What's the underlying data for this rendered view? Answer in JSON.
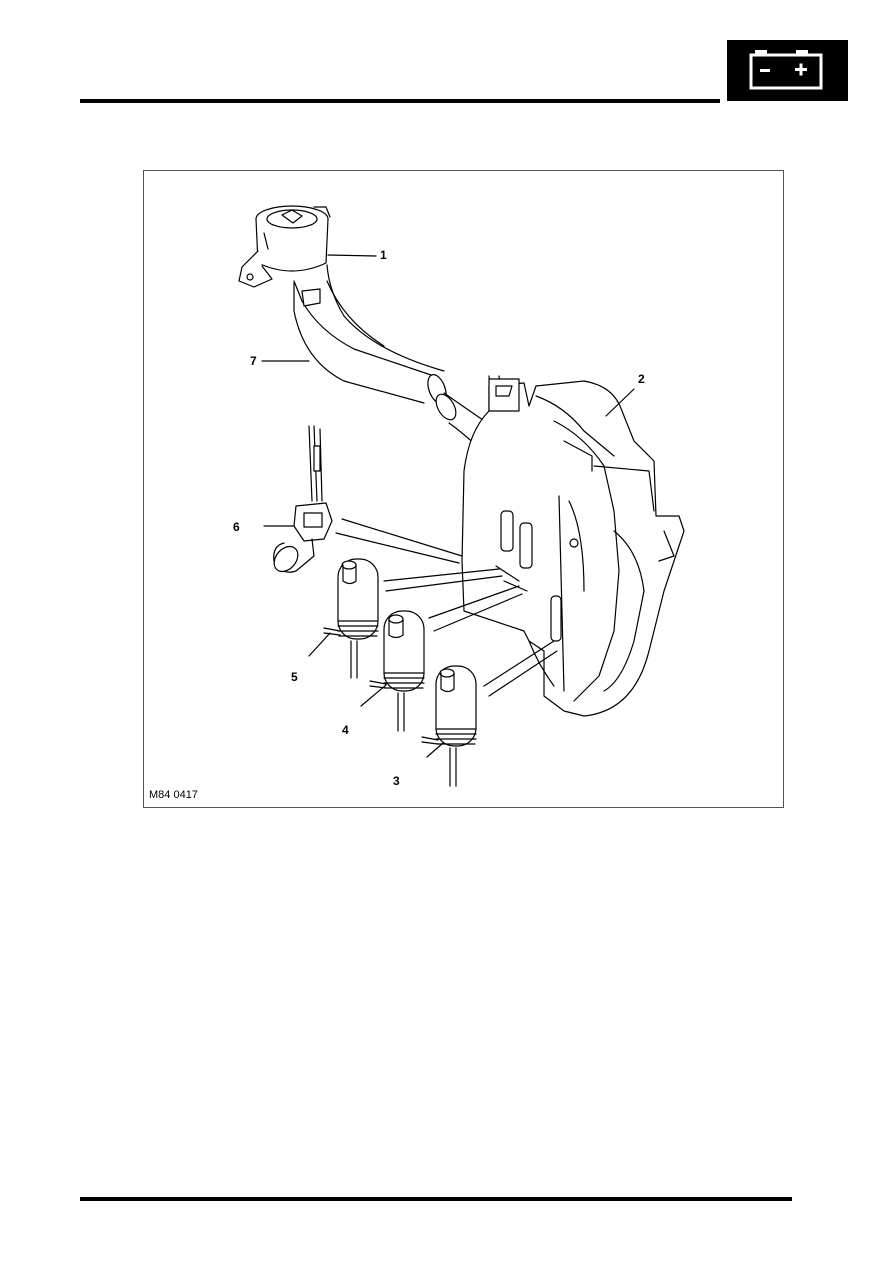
{
  "header": {
    "icon": "battery-icon"
  },
  "figure": {
    "reference": "M84 0417",
    "callouts": [
      "1",
      "2",
      "3",
      "4",
      "5",
      "6",
      "7"
    ]
  }
}
